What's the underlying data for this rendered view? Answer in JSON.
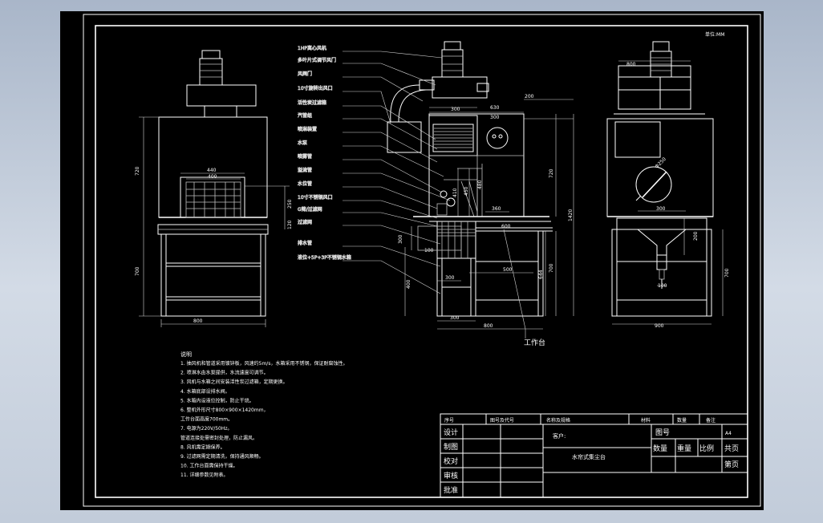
{
  "drawing": {
    "unit_note": "单位:MM",
    "worktable_label": "工作台",
    "front_view": {
      "dims": {
        "width_bottom": "800",
        "width_window": "440",
        "width_inner": "400",
        "height_upper": "720",
        "height_lower": "700",
        "height_right": "250",
        "height_small": "120"
      }
    },
    "side_view": {
      "dims": {
        "d1": "200",
        "d2": "300",
        "d3": "630",
        "d4": "300",
        "d5": "720",
        "d6": "1420",
        "d7": "700",
        "d8": "644",
        "d9": "600",
        "d10": "500",
        "d11": "300",
        "d12": "400",
        "d13": "300",
        "d14": "800",
        "d15": "410",
        "d16": "450",
        "d17": "480",
        "d18": "360",
        "d19": "100",
        "d20": "300"
      },
      "callouts": [
        "1HP离心风机",
        "多叶片式调节风门",
        "风阀门",
        "10寸旋转出风口",
        "活性炭过滤箱",
        "汽管组",
        "喷淋装置",
        "水泵",
        "喷雾管",
        "溢流管",
        "水位管",
        "10寸不锈钢风口",
        "G筛/过滤网",
        "过滤网",
        "排水管",
        "液位+5P+3P不锈钢水箱"
      ]
    },
    "right_view": {
      "dims": {
        "top": "800",
        "circle": "Φ250",
        "funnel": "300",
        "funnel_h": "200",
        "pipe": "100",
        "height": "700",
        "bottom": "900"
      }
    },
    "notes": {
      "heading": "说明",
      "lines": [
        "1. 抽风机和管道采用镀锌板，风速约5m/s，水箱采用不锈钢，保证耐腐蚀性。",
        "2. 喷淋水由水泵提供，水流速度可调节。",
        "3. 风机与水箱之间安装活性炭过滤箱，定期更换。",
        "4. 水箱底部设排水阀。",
        "5. 水箱内设液位控制，防止干烧。",
        "6. 整机外形尺寸800×900×1420mm，",
        "   工作台面高度700mm。",
        "7. 电源为220V/50Hz。",
        "   管道连接处需密封处理，防止漏风。",
        "8. 风机需定期保养。",
        "9. 过滤网需定期清洗，保持通风顺畅。",
        "10. 工作台面需保持干燥。",
        "11. 详细参数见附表。"
      ]
    },
    "title_block": {
      "header": [
        "序号",
        "图号及代号",
        "名称及规格",
        "材料",
        "数量",
        "备注"
      ],
      "rows": [
        "设计",
        "制图",
        "校对",
        "审核",
        "批准"
      ],
      "customer_label": "客户:",
      "part_name": "水帘式集尘台",
      "drawing_no_label": "图号",
      "size": "A4",
      "qty_label": "数量",
      "weight_label": "重量",
      "scale_label": "比例",
      "total_pages_label": "共页",
      "page_label": "第页"
    }
  }
}
